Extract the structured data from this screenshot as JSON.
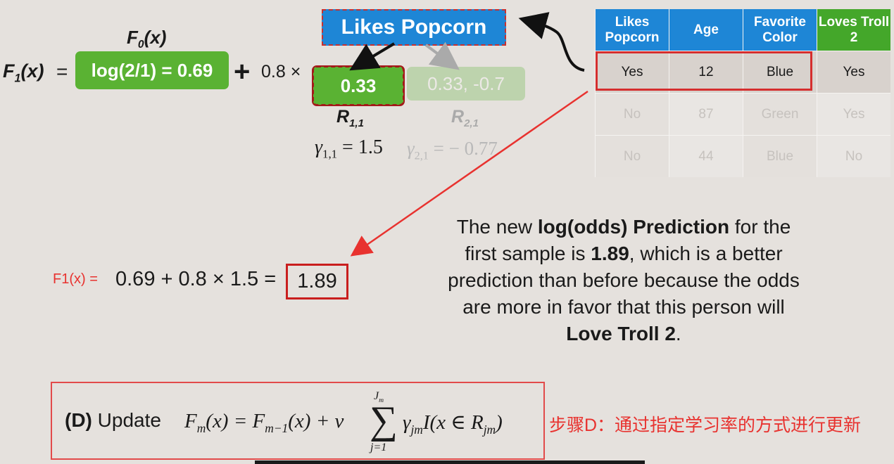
{
  "equation": {
    "f0_label": "F",
    "f0_sub": "0",
    "f0_tail": "(x)",
    "f1_label": "F",
    "f1_sub": "1",
    "f1_tail": "(x)",
    "equals": "=",
    "log_box": "log(2/1) = 0.69",
    "plus": "+",
    "learning_rate": "0.8 ×",
    "r11_value": "0.33",
    "r21_value": "0.33, -0.7",
    "r11_label": "R",
    "r11_sub": "1,1",
    "r21_label": "R",
    "r21_sub": "2,1",
    "gamma11_sym": "γ",
    "gamma11_sub": "1,1",
    "gamma11_val": " = 1.5",
    "gamma21_sym": "γ",
    "gamma21_sub": "2,1",
    "gamma21_val": " = − 0.77"
  },
  "tree": {
    "root": "Likes Popcorn"
  },
  "table": {
    "headers": [
      "Likes Popcorn",
      "Age",
      "Favorite Color",
      "Loves Troll 2"
    ],
    "rows": [
      [
        "Yes",
        "12",
        "Blue",
        "Yes"
      ],
      [
        "No",
        "87",
        "Green",
        "Yes"
      ],
      [
        "No",
        "44",
        "Blue",
        "No"
      ]
    ]
  },
  "calculation": {
    "label": "F1(x) =",
    "expression": "0.69 + 0.8 × 1.5 =",
    "result": "1.89"
  },
  "explanation": {
    "p1": "The new ",
    "b1": "log(odds) Prediction",
    "p2": " for the first sample is ",
    "b2": "1.89",
    "p3": ", which is a better prediction than before because the odds are more in favor that this person will ",
    "b3": "Love Troll 2",
    "p4": "."
  },
  "step": {
    "label_bold": "(D)",
    "label": " Update",
    "lhs": "F",
    "lhs_sub": "m",
    "mid": "(x) = F",
    "mid_sub": "m−1",
    "mid2": "(x) + ν",
    "sum_symbol": "∑",
    "sum_top": "J",
    "sum_top_sub": "m",
    "sum_bottom": "j=1",
    "rhs1": "γ",
    "rhs1_sub": "jm",
    "rhs2": "I(x ∈ R",
    "rhs2_sub": "jm",
    "rhs3": ")"
  },
  "note": "步骤D：通过指定学习率的方式进行更新",
  "colors": {
    "green": "#5ab233",
    "blue": "#1e86d6",
    "red": "#e8322f",
    "background": "#e5e1dd"
  }
}
